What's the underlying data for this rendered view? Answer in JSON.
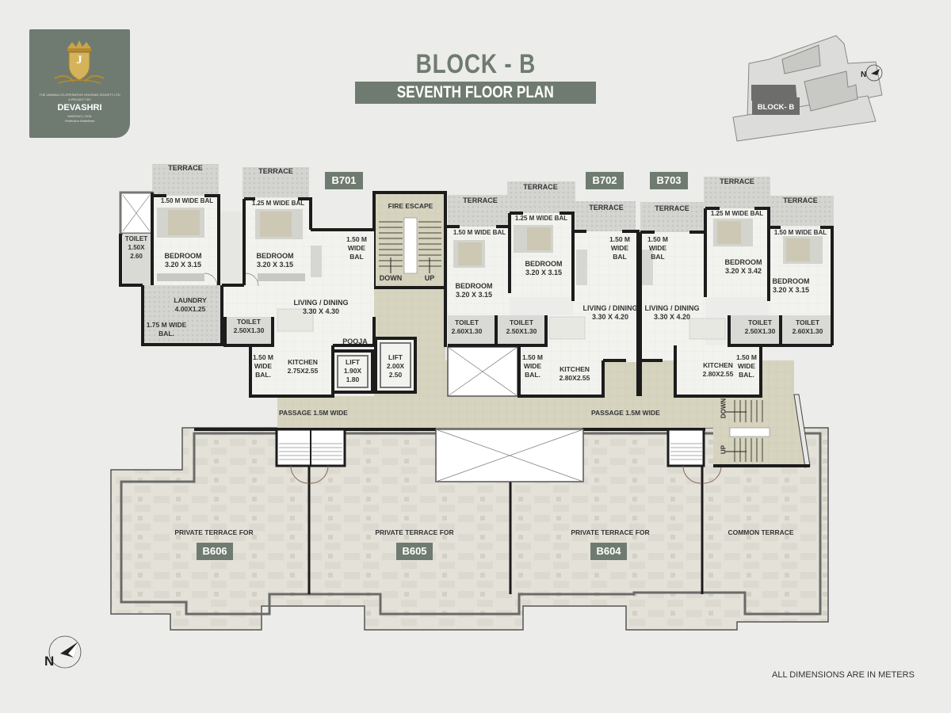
{
  "logo": {
    "monogram": "J",
    "society_line": "THE JANAKA CO-OPERATIVE HOUSING SOCIETY LTD",
    "project_line": "A PROJECT BY",
    "brand": "DEVASHRI",
    "location": "MARGAO | GOA",
    "tagline": "Perfection Redefined"
  },
  "header": {
    "title": "BLOCK - B",
    "subtitle": "SEVENTH FLOOR PLAN"
  },
  "key_plan": {
    "label": "BLOCK- B",
    "north_label": "N"
  },
  "colors": {
    "brand_green": "#6f7b70",
    "passage_tan": "#d5d2bd",
    "terrace_stone": "#e2e0d6",
    "wall": "#1c1c1c",
    "room_floor": "#f1f1ee",
    "balcony": "#cfcfcc"
  },
  "units": [
    {
      "id": "B701",
      "rooms": [
        {
          "name": "TERRACE"
        },
        {
          "name": "TERRACE"
        },
        {
          "name": "1.50 M WIDE BAL"
        },
        {
          "name": "1.25 M WIDE BAL"
        },
        {
          "name": "TOILET",
          "size": "1.50X 2.60"
        },
        {
          "name": "BEDROOM",
          "size": "3.20 X 3.15"
        },
        {
          "name": "BEDROOM",
          "size": "3.20 X 3.15"
        },
        {
          "name": "1.50 M WIDE BAL"
        },
        {
          "name": "LAUNDRY",
          "size": "4.00X1.25"
        },
        {
          "name": "1.75 M WIDE BAL."
        },
        {
          "name": "LIVING / DINING",
          "size": "3.30 X 4.30"
        },
        {
          "name": "TOILET",
          "size": "2.50X1.30"
        },
        {
          "name": "1.50 M WIDE BAL."
        },
        {
          "name": "KITCHEN",
          "size": "2.75X2.55"
        },
        {
          "name": "POOJA"
        }
      ]
    },
    {
      "id": "B702",
      "rooms": [
        {
          "name": "TERRACE"
        },
        {
          "name": "TERRACE"
        },
        {
          "name": "TERRACE"
        },
        {
          "name": "1.50 M WIDE BAL"
        },
        {
          "name": "1.25 M WIDE BAL"
        },
        {
          "name": "BEDROOM",
          "size": "3.20 X 3.15"
        },
        {
          "name": "BEDROOM",
          "size": "3.20 X 3.15"
        },
        {
          "name": "1.50 M WIDE BAL"
        },
        {
          "name": "LIVING / DINING",
          "size": "3.30 X 4.20"
        },
        {
          "name": "TOILET",
          "size": "2.60X1.30"
        },
        {
          "name": "TOILET",
          "size": "2.50X1.30"
        },
        {
          "name": "1.50 M WIDE BAL."
        },
        {
          "name": "KITCHEN",
          "size": "2.80X2.55"
        }
      ]
    },
    {
      "id": "B703",
      "rooms": [
        {
          "name": "TERRACE"
        },
        {
          "name": "TERRACE"
        },
        {
          "name": "TERRACE"
        },
        {
          "name": "1.50 M WIDE BAL"
        },
        {
          "name": "1.25 M WIDE BAL"
        },
        {
          "name": "1.50 M WIDE BAL"
        },
        {
          "name": "BEDROOM",
          "size": "3.20 X 3.42"
        },
        {
          "name": "BEDROOM",
          "size": "3.20 X 3.15"
        },
        {
          "name": "LIVING / DINING",
          "size": "3.30 X 4.20"
        },
        {
          "name": "TOILET",
          "size": "2.50X1.30"
        },
        {
          "name": "TOILET",
          "size": "2.60X1.30"
        },
        {
          "name": "KITCHEN",
          "size": "2.80X2.55"
        },
        {
          "name": "1.50 M WIDE BAL."
        }
      ]
    }
  ],
  "core": {
    "fire_escape": "FIRE ESCAPE",
    "down": "DOWN",
    "up": "UP",
    "lift1_name": "LIFT",
    "lift1_size": "1.90X 1.80",
    "lift2_name": "LIFT",
    "lift2_size": "2.00X 2.50",
    "passage_left": "PASSAGE 1.5M WIDE",
    "passage_right": "PASSAGE 1.5M WIDE"
  },
  "terraces": [
    {
      "label": "PRIVATE TERRACE FOR",
      "unit": "B606"
    },
    {
      "label": "PRIVATE TERRACE FOR",
      "unit": "B605"
    },
    {
      "label": "PRIVATE TERRACE FOR",
      "unit": "B604"
    },
    {
      "label": "COMMON TERRACE",
      "unit": ""
    }
  ],
  "labels": {
    "terrace": "TERRACE",
    "bal150": "1.50 M WIDE BAL",
    "bal125": "1.25 M WIDE BAL",
    "bedroom": "BEDROOM",
    "living": "LIVING / DINING",
    "toilet": "TOILET",
    "kitchen": "KITCHEN",
    "laundry": "LAUNDRY",
    "pooja": "POOJA"
  },
  "footer": {
    "north_label": "N",
    "note": "ALL DIMENSIONS ARE IN METERS"
  }
}
